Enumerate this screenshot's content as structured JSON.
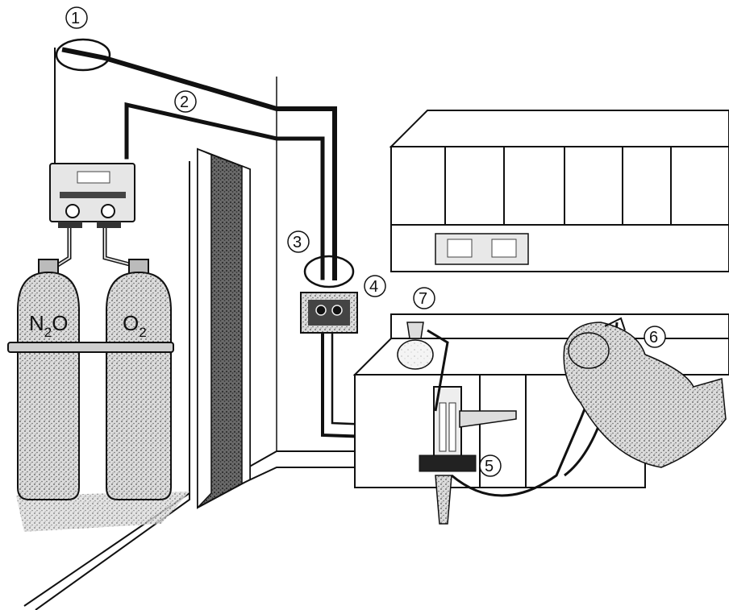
{
  "callouts": [
    {
      "id": "1",
      "label": "1"
    },
    {
      "id": "2",
      "label": "2"
    },
    {
      "id": "3",
      "label": "3"
    },
    {
      "id": "4",
      "label": "4"
    },
    {
      "id": "5",
      "label": "5"
    },
    {
      "id": "6",
      "label": "6"
    },
    {
      "id": "7",
      "label": "7"
    }
  ],
  "tanks": {
    "left": {
      "main": "N",
      "sub": "2",
      "tail": "O"
    },
    "right": {
      "main": "O",
      "sub": "2"
    }
  },
  "colors": {
    "line": "#111111",
    "stipple": "#555555",
    "tank_fill": "#c9c9c9",
    "panel_fill": "#d8d8d8",
    "plate_fill": "#8a8a8a"
  }
}
